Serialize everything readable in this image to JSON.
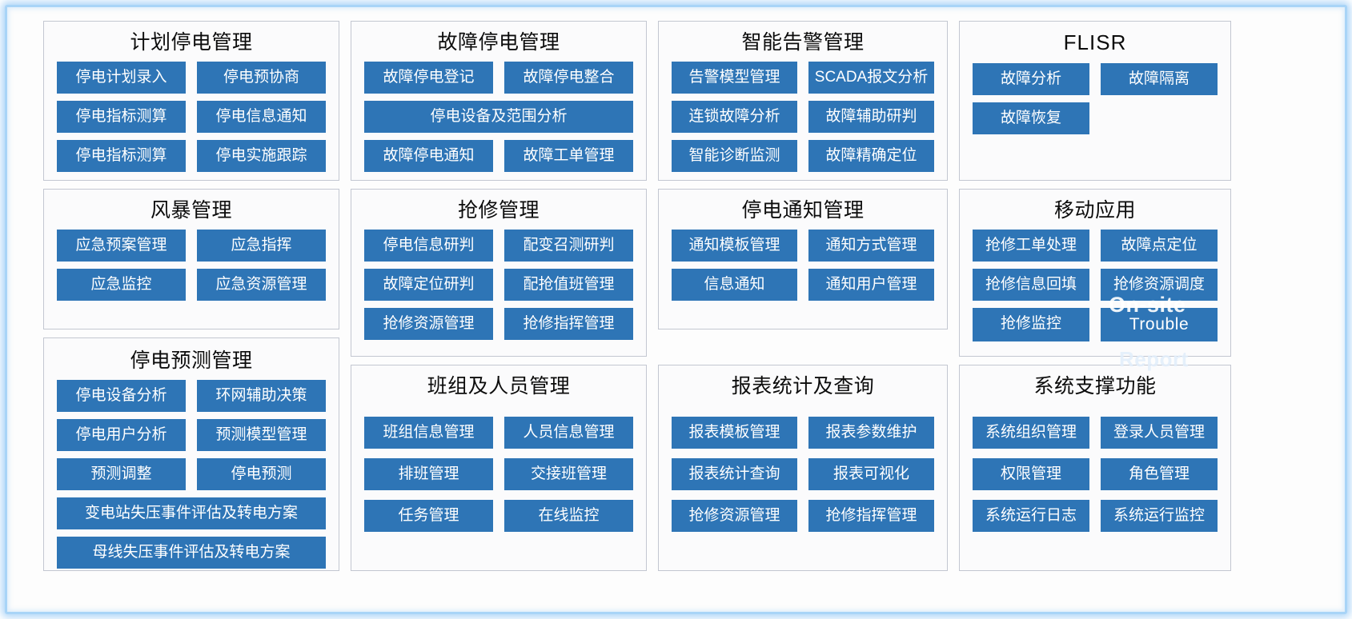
{
  "colors": {
    "button_fill": "#2e75b6",
    "button_text": "#ffffff",
    "panel_border": "#c3c7d1",
    "panel_bg": "#fbfbfc",
    "frame_glow": "#a8d4f7"
  },
  "panels": [
    {
      "id": "planned-outage-management",
      "title": "计划停电管理",
      "buttons": [
        {
          "label": "停电计划录入",
          "wide": false
        },
        {
          "label": "停电预协商",
          "wide": false
        },
        {
          "label": "停电指标测算",
          "wide": false
        },
        {
          "label": "停电信息通知",
          "wide": false
        },
        {
          "label": "停电指标测算",
          "wide": false
        },
        {
          "label": "停电实施跟踪",
          "wide": false
        }
      ]
    },
    {
      "id": "fault-outage-management",
      "title": "故障停电管理",
      "buttons": [
        {
          "label": "故障停电登记",
          "wide": false
        },
        {
          "label": "故障停电整合",
          "wide": false
        },
        {
          "label": "停电设备及范围分析",
          "wide": true
        },
        {
          "label": "故障停电通知",
          "wide": false
        },
        {
          "label": "故障工单管理",
          "wide": false
        }
      ]
    },
    {
      "id": "intelligent-alarm-management",
      "title": "智能告警管理",
      "buttons": [
        {
          "label": "告警模型管理",
          "wide": false
        },
        {
          "label": "SCADA报文分析",
          "wide": false
        },
        {
          "label": "连锁故障分析",
          "wide": false
        },
        {
          "label": "故障辅助研判",
          "wide": false
        },
        {
          "label": "智能诊断监测",
          "wide": false
        },
        {
          "label": "故障精确定位",
          "wide": false
        }
      ]
    },
    {
      "id": "flisr",
      "title": "FLISR",
      "title_is_english": true,
      "buttons": [
        {
          "label": "故障分析",
          "wide": false
        },
        {
          "label": "故障隔离",
          "wide": false
        },
        {
          "label": "故障恢复",
          "wide": false
        }
      ]
    },
    {
      "id": "storm-management",
      "title": "风暴管理",
      "buttons": [
        {
          "label": "应急预案管理",
          "wide": false
        },
        {
          "label": "应急指挥",
          "wide": false
        },
        {
          "label": "应急监控",
          "wide": false
        },
        {
          "label": "应急资源管理",
          "wide": false
        }
      ]
    },
    {
      "id": "emergency-repair-management",
      "title": "抢修管理",
      "buttons": [
        {
          "label": "停电信息研判",
          "wide": false
        },
        {
          "label": "配变召测研判",
          "wide": false
        },
        {
          "label": "故障定位研判",
          "wide": false
        },
        {
          "label": "配抢值班管理",
          "wide": false
        },
        {
          "label": "抢修资源管理",
          "wide": false
        },
        {
          "label": "抢修指挥管理",
          "wide": false
        }
      ]
    },
    {
      "id": "outage-notification-management",
      "title": "停电通知管理",
      "buttons": [
        {
          "label": "通知模板管理",
          "wide": false
        },
        {
          "label": "通知方式管理",
          "wide": false
        },
        {
          "label": "信息通知",
          "wide": false
        },
        {
          "label": "通知用户管理",
          "wide": false
        }
      ]
    },
    {
      "id": "mobile-application",
      "title": "移动应用",
      "buttons": [
        {
          "label": "抢修工单处理",
          "wide": false
        },
        {
          "label": "故障点定位",
          "wide": false
        },
        {
          "label": "抢修信息回填",
          "wide": false
        },
        {
          "label": "抢修资源调度",
          "wide": false
        },
        {
          "label": "抢修监控",
          "wide": false
        },
        {
          "label": "Trouble",
          "wide": false,
          "english": true
        }
      ]
    },
    {
      "id": "outage-forecast-management",
      "title": "停电预测管理",
      "buttons": [
        {
          "label": "停电设备分析",
          "wide": false
        },
        {
          "label": "环网辅助决策",
          "wide": false
        },
        {
          "label": "停电用户分析",
          "wide": false
        },
        {
          "label": "预测模型管理",
          "wide": false
        },
        {
          "label": "预测调整",
          "wide": false
        },
        {
          "label": "停电预测",
          "wide": false
        },
        {
          "label": "变电站失压事件评估及转电方案",
          "wide": true
        },
        {
          "label": "母线失压事件评估及转电方案",
          "wide": true
        }
      ]
    },
    {
      "id": "team-and-personnel-management",
      "title": "班组及人员管理",
      "buttons": [
        {
          "label": "班组信息管理",
          "wide": false
        },
        {
          "label": "人员信息管理",
          "wide": false
        },
        {
          "label": "排班管理",
          "wide": false
        },
        {
          "label": "交接班管理",
          "wide": false
        },
        {
          "label": "任务管理",
          "wide": false
        },
        {
          "label": "在线监控",
          "wide": false
        }
      ]
    },
    {
      "id": "report-statistics-and-query",
      "title": "报表统计及查询",
      "buttons": [
        {
          "label": "报表模板管理",
          "wide": false
        },
        {
          "label": "报表参数维护",
          "wide": false
        },
        {
          "label": "报表统计查询",
          "wide": false
        },
        {
          "label": "报表可视化",
          "wide": false
        },
        {
          "label": "抢修资源管理",
          "wide": false
        },
        {
          "label": "抢修指挥管理",
          "wide": false
        }
      ]
    },
    {
      "id": "system-support-functions",
      "title": "系统支撑功能",
      "buttons": [
        {
          "label": "系统组织管理",
          "wide": false
        },
        {
          "label": "登录人员管理",
          "wide": false
        },
        {
          "label": "权限管理",
          "wide": false
        },
        {
          "label": "角色管理",
          "wide": false
        },
        {
          "label": "系统运行日志",
          "wide": false
        },
        {
          "label": "系统运行监控",
          "wide": false
        }
      ]
    }
  ],
  "watermarks": {
    "on_site": "On-site",
    "report": "Report"
  }
}
